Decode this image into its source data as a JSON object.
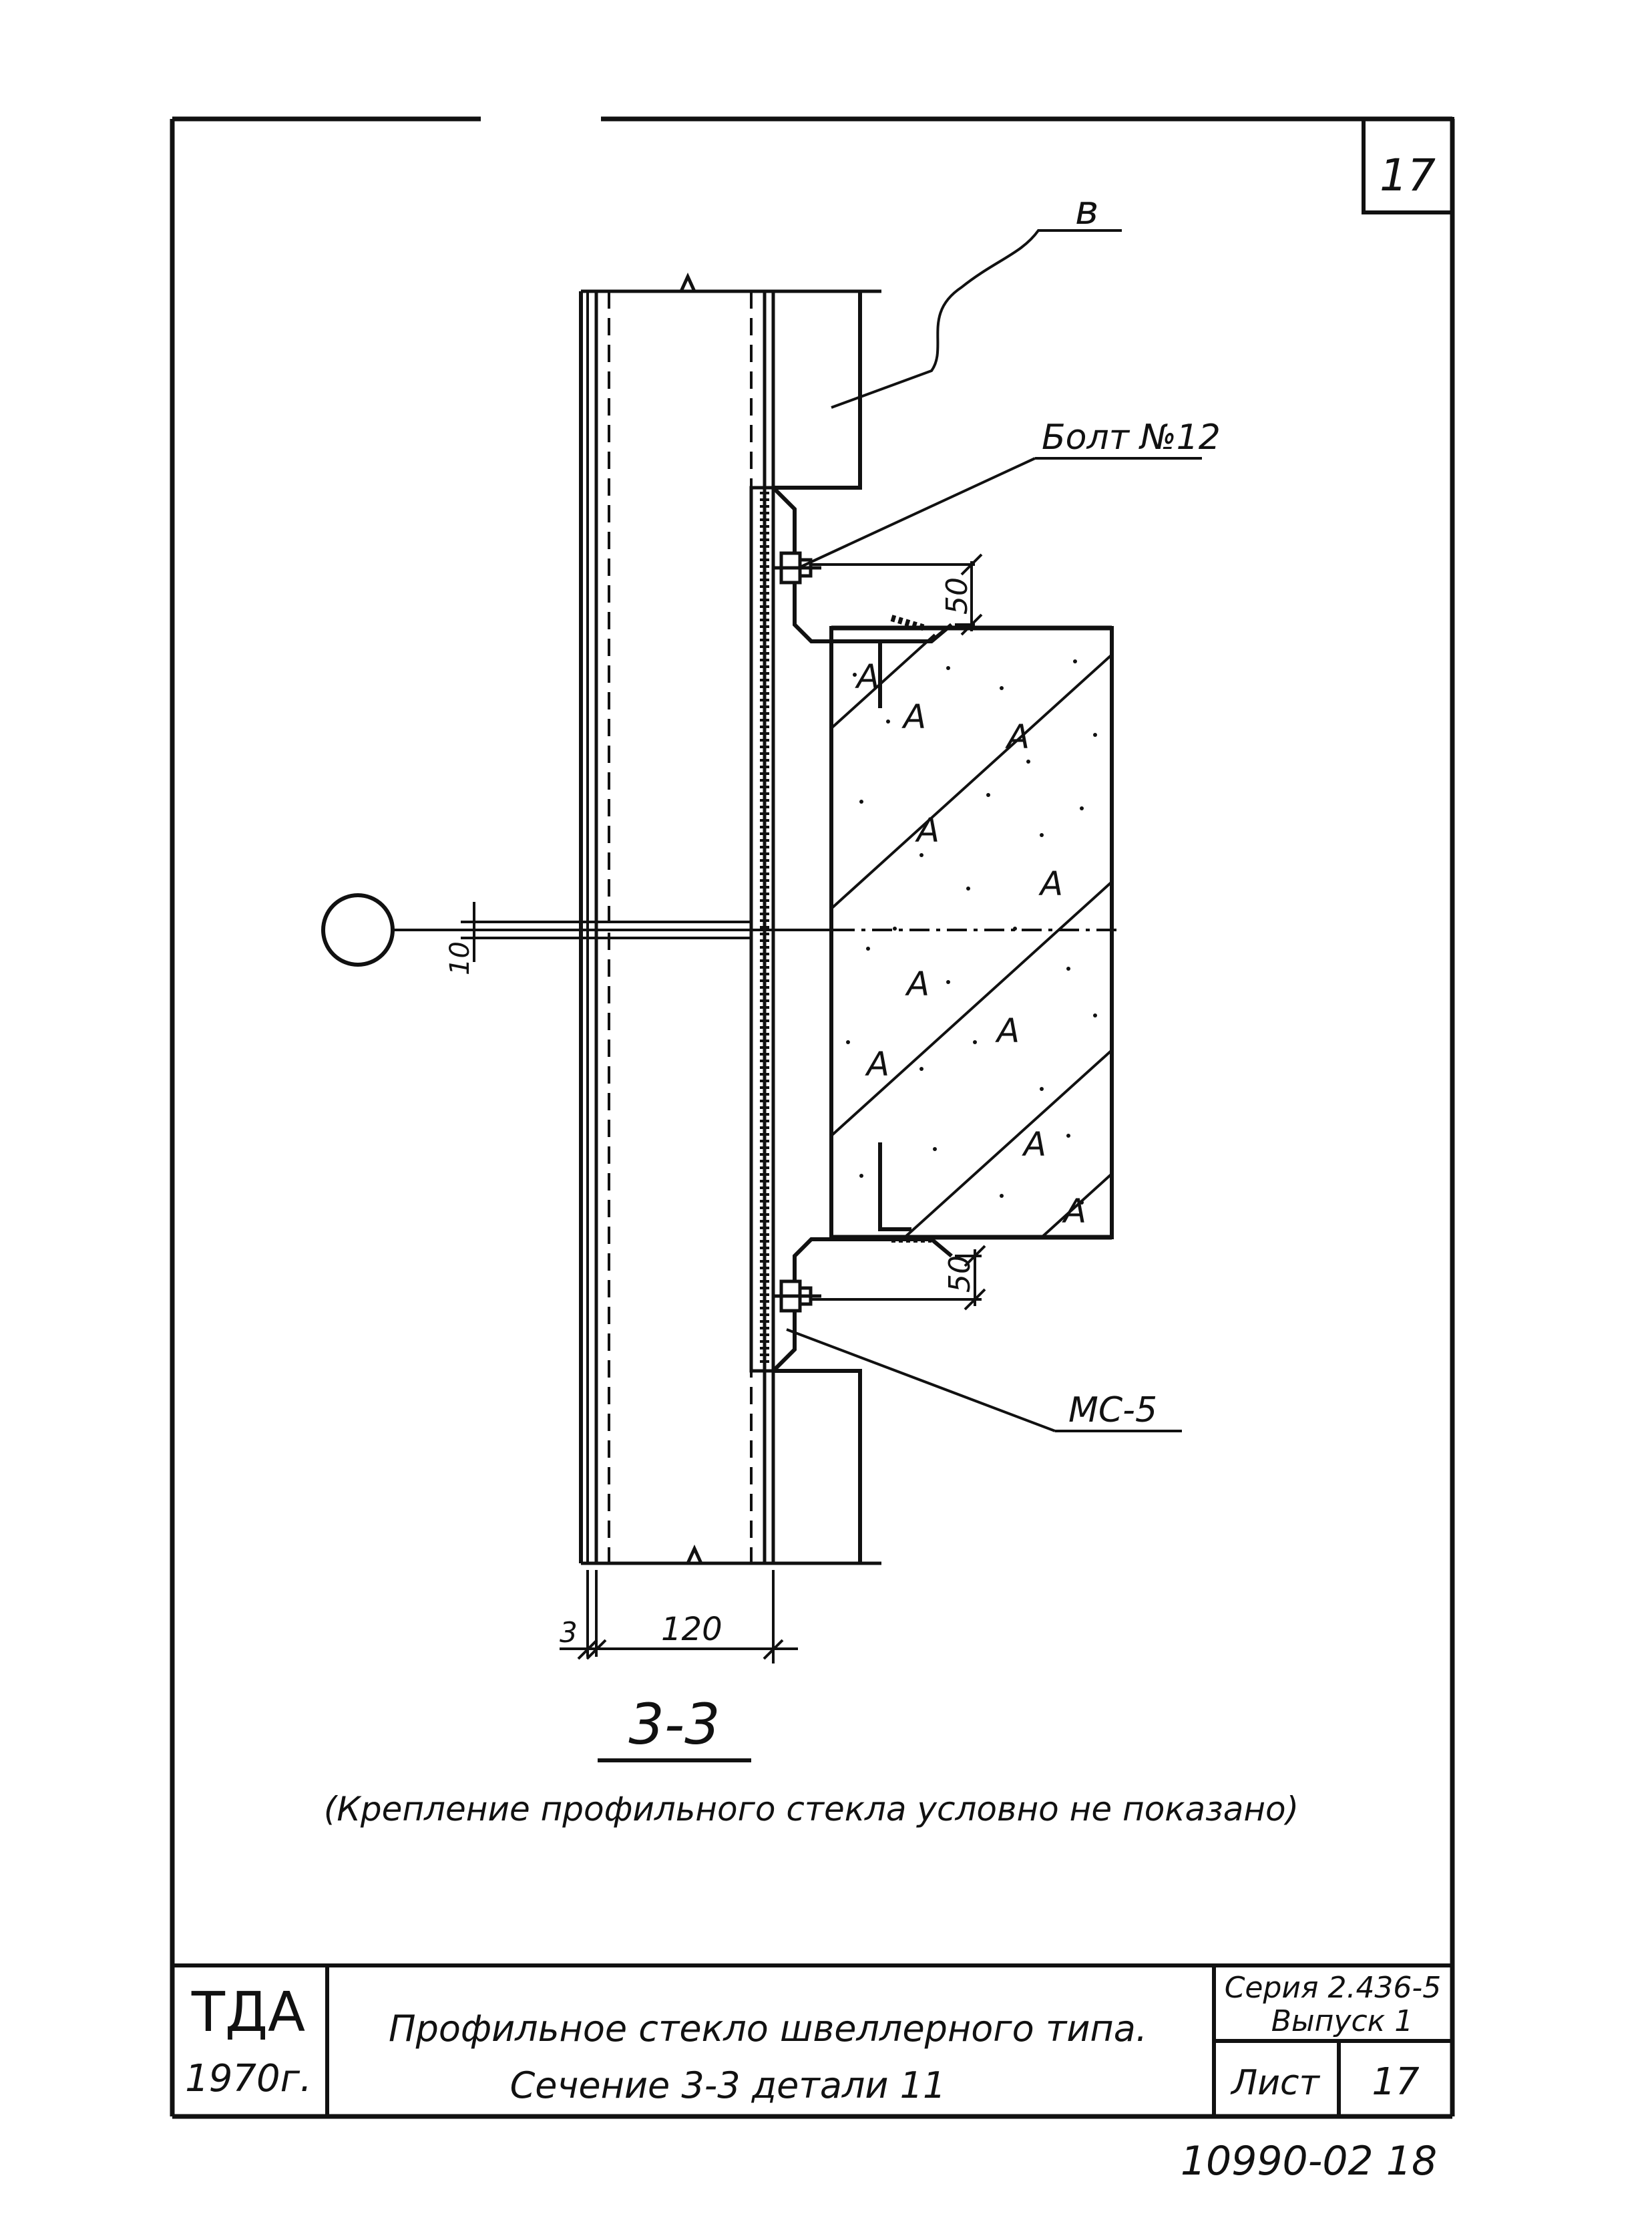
{
  "sheet": {
    "corner_number": "17",
    "bottom_code": "10990-02 18"
  },
  "labels": {
    "leader_top": "в",
    "bolt": "Болт №12",
    "gasket": "МС-5",
    "dim_50_top": "50",
    "dim_50_bottom": "50",
    "dim_10": "10",
    "dim_3": "3",
    "dim_120": "120",
    "hatch_letters": [
      "A",
      "A",
      "A",
      "A",
      "A",
      "A",
      "A",
      "A",
      "A",
      "A"
    ]
  },
  "section": {
    "title": "3-3",
    "note": "(Крепление профильного стекла условно не показано)"
  },
  "title_block": {
    "org": "ТДА",
    "year": "1970г.",
    "title_line1": "Профильное стекло швеллерного типа.",
    "title_line2": "Сечение 3-3 детали 11",
    "series": "Серия 2.436-5",
    "issue": "Выпуск 1",
    "sheet_label": "Лист",
    "sheet_number": "17"
  },
  "colors": {
    "ink": "#111111",
    "paper": "#ffffff"
  }
}
